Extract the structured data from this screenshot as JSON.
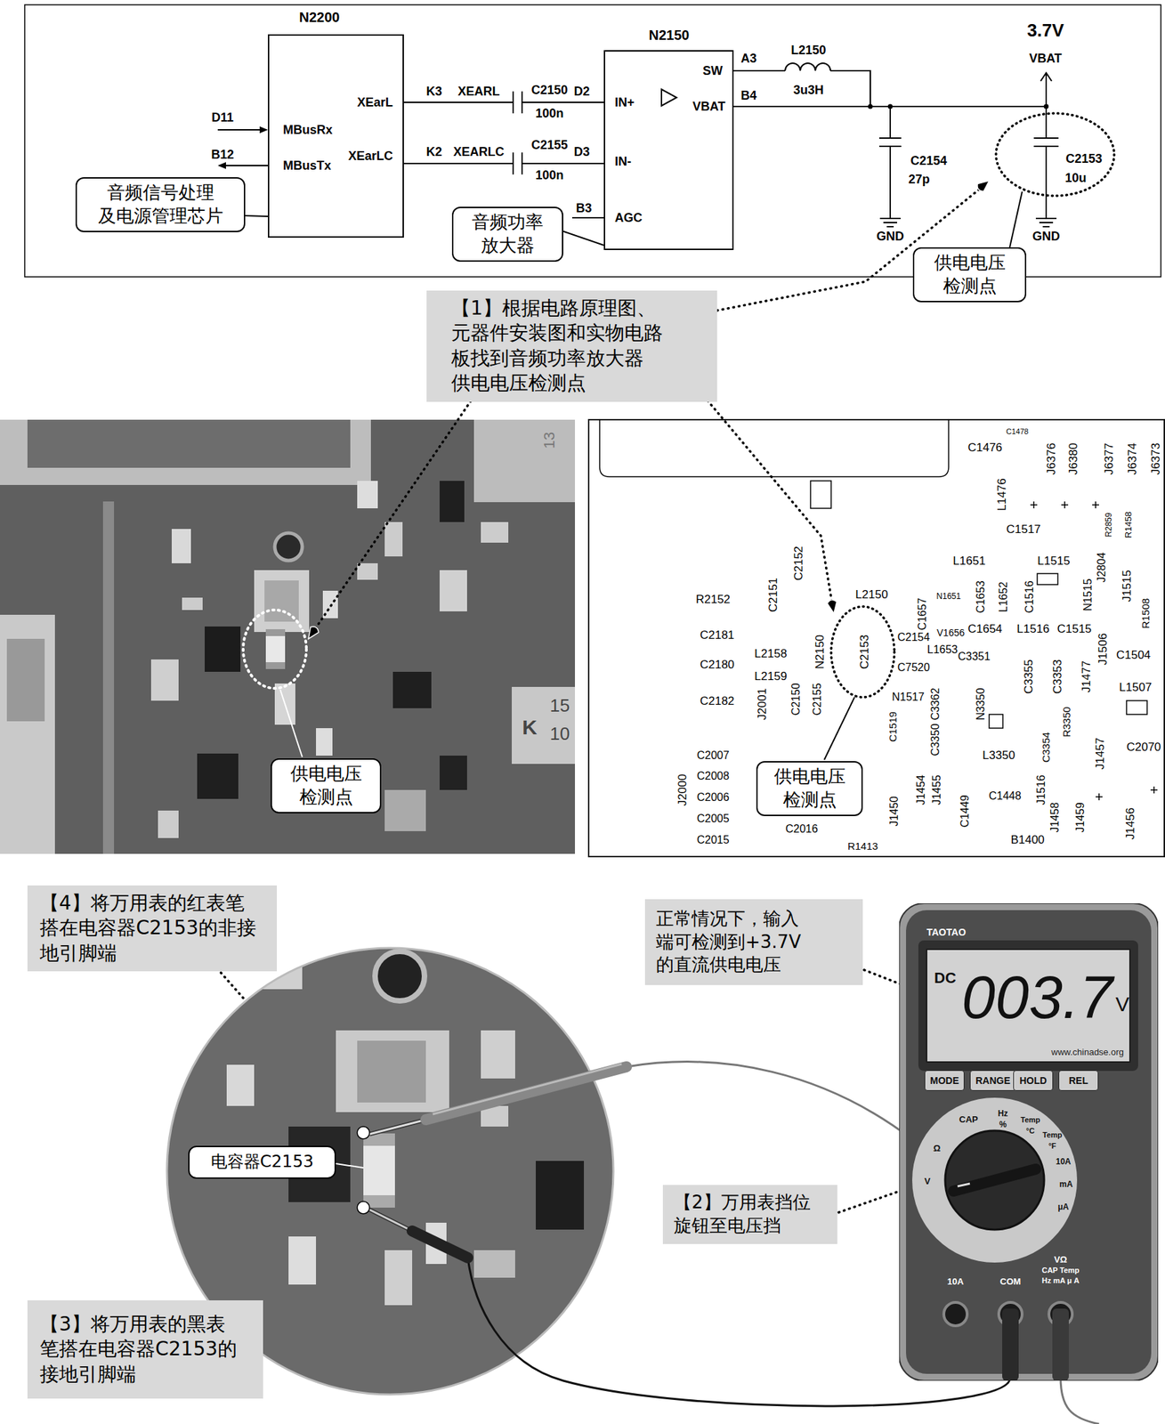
{
  "diagram": {
    "nodes": [
      {
        "text": [
          "N2200",
          "MBusRx",
          "MBusTx",
          "XEarL",
          "XEarLC"
        ]
      },
      {
        "text": [
          "N2150",
          "IN+",
          "IN-",
          "AGC",
          "SW",
          "VBAT"
        ]
      },
      {
        "text": [
          "音频信号处理 及电源管理芯片"
        ]
      },
      {
        "text": [
          "音频功率 放大器"
        ]
      },
      {
        "text": [
          "供电电压 检测点"
        ]
      },
      {
        "text": [
          "【1】根据电路原理图、 元器件安装图和实物电路 板找到音频功率放大器 供电电压检测点"
        ]
      },
      {
        "text": [
          "供电电压 检测点"
        ]
      },
      {
        "text": [
          "供电电压 检测点"
        ]
      },
      {
        "text": [
          "【4】将万用表的红表笔 搭在电容器C2153的非接 地引脚端"
        ]
      },
      {
        "text": [
          "正常情况下，输入 端可检测到+3.7V 的直流供电电压"
        ]
      },
      {
        "text": [
          "电容器C2153"
        ]
      },
      {
        "text": [
          "【2】万用表挡位 旋钮至电压挡"
        ]
      },
      {
        "text": [
          "【3】将万用表的黑表 笔搭在电容器C2153的 接地引脚端"
        ]
      },
      {
        "text": [
          "TAOTAO",
          "10A",
          "COM",
          "VΩ",
          "CAP Temp",
          "Hz mA μ A"
        ]
      },
      {
        "text": [
          "DC",
          "003.7",
          "V",
          "www.chinadse.org"
        ],
        "in": 13
      },
      {
        "text": [
          "MODE"
        ],
        "in": 13
      },
      {
        "text": [
          "RANGE"
        ],
        "in": 13
      },
      {
        "text": [
          "HOLD"
        ],
        "in": 13
      },
      {
        "text": [
          "REL"
        ],
        "in": 13
      }
    ],
    "edges": [
      {
        "from": 2,
        "to": 0,
        "arrow": "none"
      },
      {
        "from": 3,
        "to": 1,
        "arrow": "none"
      }
    ],
    "labels": [
      "D11",
      "B12",
      "K3",
      "XEARL",
      "C2150",
      "100n",
      "D2",
      "K2",
      "XEARLC",
      "C2155",
      "100n",
      "D3",
      "B3",
      "A3",
      "L2150",
      "3u3H",
      "B4",
      "3.7V",
      "VBAT",
      "C2154",
      "27p",
      "C2153",
      "10u",
      "GND",
      "GND",
      "13",
      "K",
      "15",
      "10",
      "C1476",
      "C1478",
      "J6376",
      "J6380",
      "J6377",
      "J6374",
      "J6373",
      "L1476",
      "C1517",
      "R2859",
      "R1458",
      "L1651",
      "L1515",
      "C2151",
      "C2152",
      "R2152",
      "L2150",
      "N1651",
      "C1653",
      "L1652",
      "C1516",
      "N1515",
      "J2804",
      "J1515",
      "R1508",
      "C2181",
      "C2154",
      "C1657",
      "V1656",
      "C1654",
      "L1516",
      "C1515",
      "J1506",
      "C1504",
      "C2180",
      "L2158",
      "L2159",
      "N2150",
      "C2153",
      "C7520",
      "L1653",
      "C3351",
      "C3355",
      "C3353",
      "J1477",
      "L1507",
      "N1517",
      "C3362",
      "N3350",
      "C2182",
      "J2001",
      "C2150",
      "C2155",
      "R3350",
      "C1519",
      "C3350",
      "L3350",
      "C3354",
      "J1457",
      "C2070",
      "C2007",
      "C2008",
      "C2006",
      "C2005",
      "C2015",
      "J2000",
      "C2016",
      "R1413",
      "J1450",
      "J1454",
      "J1455",
      "C1449",
      "C1448",
      "J1516",
      "J1458",
      "J1459",
      "B1400",
      "J1456",
      "V",
      "Ω",
      "CAP",
      "Hz",
      "%",
      "Temp",
      "°C",
      "Temp",
      "°F",
      "10A",
      "mA",
      "μA"
    ]
  }
}
